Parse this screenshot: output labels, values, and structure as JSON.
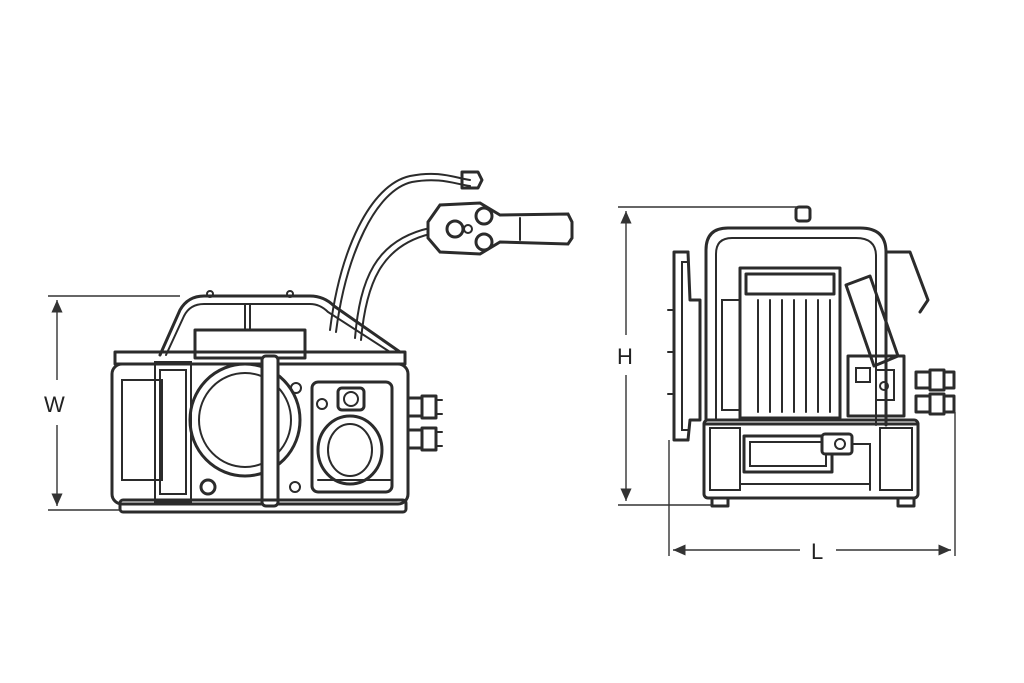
{
  "labels": {
    "width": "W",
    "height": "H",
    "length": "L"
  },
  "colors": {
    "line": "#2b2b2b",
    "background": "#ffffff"
  }
}
